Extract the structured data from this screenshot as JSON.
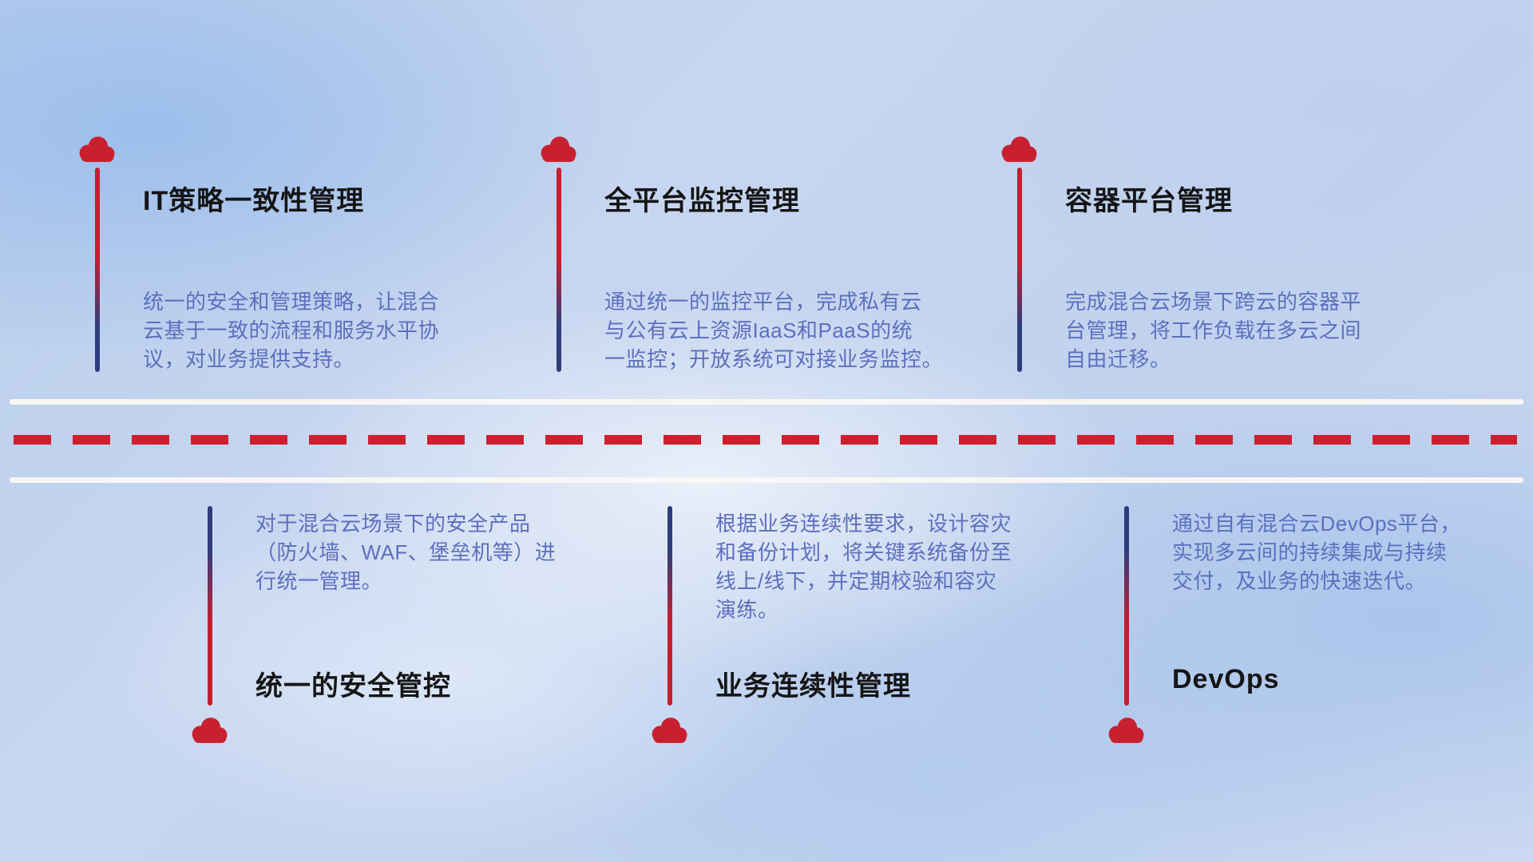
{
  "top_items": [
    {
      "title": "IT策略一致性管理",
      "description": "统一的安全和管理策略，让混合\n云基于一致的流程和服务水平协\n议，对业务提供支持。"
    },
    {
      "title": "全平台监控管理",
      "description": "通过统一的监控平台，完成私有云\n与公有云上资源IaaS和PaaS的统\n一监控；开放系统可对接业务监控。"
    },
    {
      "title": "容器平台管理",
      "description": "完成混合云场景下跨云的容器平\n台管理，将工作负载在多云之间\n自由迁移。"
    }
  ],
  "bottom_items": [
    {
      "title": "统一的安全管控",
      "description": "对于混合云场景下的安全产品\n（防火墙、WAF、堡垒机等）进\n行统一管理。"
    },
    {
      "title": "业务连续性管理",
      "description": "根据业务连续性要求，设计容灾\n和备份计划，将关键系统备份至\n线上/线下，并定期校验和容灾\n演练。"
    },
    {
      "title": "DevOps",
      "description": "通过自有混合云DevOps平台，\n实现多云间的持续集成与持续\n交付，及业务的快速迭代。"
    }
  ],
  "colors": {
    "cloud_red": "#c8202e",
    "stem_red": "#c41f30",
    "stem_navy": "#2e3d7c",
    "dash_red": "#cf1f2e",
    "road_white": "#faf8f4",
    "title_text": "#151515",
    "description_text": "#5d6fbe",
    "background_blue": "#c0d2ee"
  },
  "icons": {
    "cloud": "cloud-icon"
  }
}
